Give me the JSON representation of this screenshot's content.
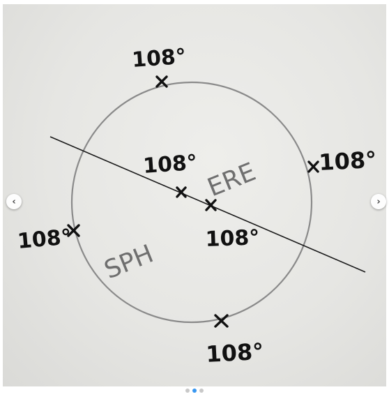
{
  "photo": {
    "labels": {
      "top": "108°",
      "right": "108°",
      "left": "108°",
      "bottom": "108°",
      "center_upper": "108°",
      "center_lower": "108°"
    },
    "word_left": "SPH",
    "word_right": "ERE"
  },
  "carousel": {
    "prev_glyph": "‹",
    "next_glyph": "›",
    "slide_count": 3,
    "active_index": 1
  },
  "colors": {
    "ink": "#111111",
    "pencil": "#8a8a8a",
    "paper": "#e8e8e5",
    "active_dot": "#3897f0"
  }
}
